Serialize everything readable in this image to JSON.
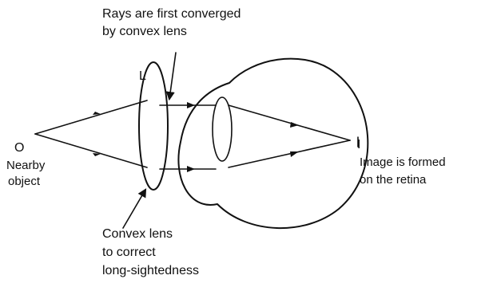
{
  "labels": {
    "top_caption_line1": "Rays are first converged",
    "top_caption_line2": "by convex lens",
    "lens_letter": "L",
    "object_letter": "O",
    "object_caption_line1": "Nearby",
    "object_caption_line2": "object",
    "image_letter": "I",
    "image_caption_line1": "Image is formed",
    "image_caption_line2": "on the retina",
    "bottom_caption_line1": "Convex lens",
    "bottom_caption_line2": "to correct",
    "bottom_caption_line3": "long-sightedness"
  }
}
